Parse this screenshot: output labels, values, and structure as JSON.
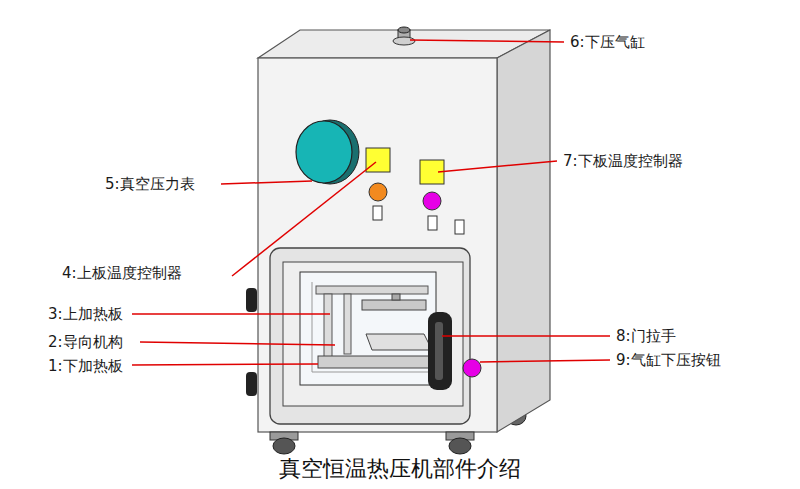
{
  "diagram": {
    "caption": "真空恒温热压机部件介绍",
    "labels": [
      "6:下压气缸",
      "7:下板温度控制器",
      "5:真空压力表",
      "4:上板温度控制器",
      "3:上加热板",
      "8:门拉手",
      "2:导向机构",
      "9:气缸下压按钮",
      "1:下加热板"
    ]
  }
}
